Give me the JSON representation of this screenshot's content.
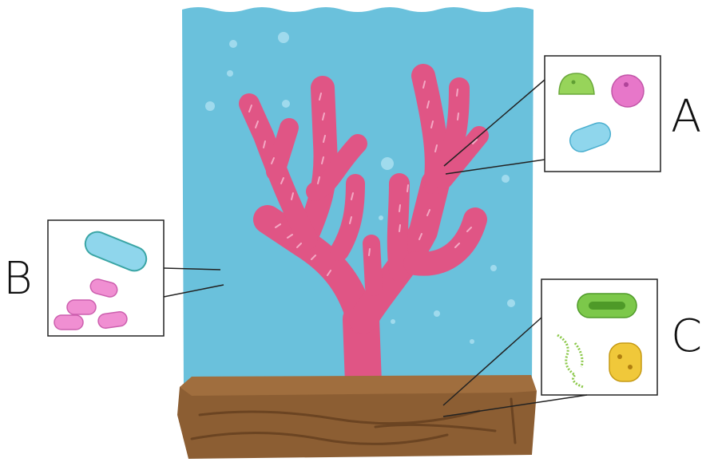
{
  "labels": {
    "a": "A",
    "b": "B",
    "c": "C"
  },
  "colors": {
    "water": "#6ac1dc",
    "coral": "#e05585",
    "sediment": "#8c5e33",
    "sediment_top": "#9b6a3b",
    "inset_border": "#222222"
  },
  "icons": {
    "inset_a": [
      "green-microbe-icon",
      "pink-round-microbe-icon",
      "blue-rod-microbe-icon"
    ],
    "inset_b": [
      "blue-bacterium-icon",
      "pink-rod-bacteria-icon"
    ],
    "inset_c": [
      "green-rod-microbe-icon",
      "green-chain-microbe-icon",
      "yellow-round-microbe-icon"
    ]
  }
}
